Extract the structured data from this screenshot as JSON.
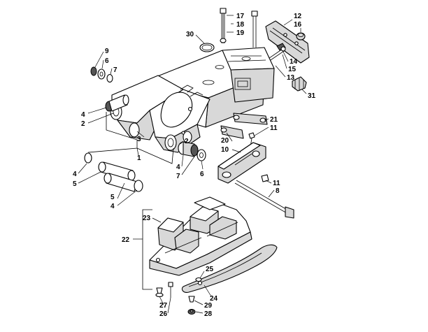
{
  "callouts": [
    {
      "id": "c17",
      "label": "17"
    },
    {
      "id": "c18",
      "label": "18"
    },
    {
      "id": "c19",
      "label": "19"
    },
    {
      "id": "c12",
      "label": "12"
    },
    {
      "id": "c16",
      "label": "16"
    },
    {
      "id": "c30",
      "label": "30"
    },
    {
      "id": "c9",
      "label": "9"
    },
    {
      "id": "c6a",
      "label": "6"
    },
    {
      "id": "c7a",
      "label": "7"
    },
    {
      "id": "c14",
      "label": "14"
    },
    {
      "id": "c15",
      "label": "15"
    },
    {
      "id": "c13",
      "label": "13"
    },
    {
      "id": "c31",
      "label": "31"
    },
    {
      "id": "c4a",
      "label": "4"
    },
    {
      "id": "c2a",
      "label": "2"
    },
    {
      "id": "c3",
      "label": "3"
    },
    {
      "id": "c1",
      "label": "1"
    },
    {
      "id": "c21",
      "label": "21"
    },
    {
      "id": "c11a",
      "label": "11"
    },
    {
      "id": "c20",
      "label": "20"
    },
    {
      "id": "c10",
      "label": "10"
    },
    {
      "id": "c2b",
      "label": "2"
    },
    {
      "id": "c4b",
      "label": "4"
    },
    {
      "id": "c7b",
      "label": "7"
    },
    {
      "id": "c6b",
      "label": "6"
    },
    {
      "id": "c11b",
      "label": "11"
    },
    {
      "id": "c8",
      "label": "8"
    },
    {
      "id": "c4c",
      "label": "4"
    },
    {
      "id": "c5a",
      "label": "5"
    },
    {
      "id": "c5b",
      "label": "5"
    },
    {
      "id": "c4d",
      "label": "4"
    },
    {
      "id": "c22",
      "label": "22"
    },
    {
      "id": "c23",
      "label": "23"
    },
    {
      "id": "c25",
      "label": "25"
    },
    {
      "id": "c24",
      "label": "24"
    },
    {
      "id": "c27",
      "label": "27"
    },
    {
      "id": "c26",
      "label": "26"
    },
    {
      "id": "c29",
      "label": "29"
    },
    {
      "id": "c28",
      "label": "28"
    }
  ]
}
